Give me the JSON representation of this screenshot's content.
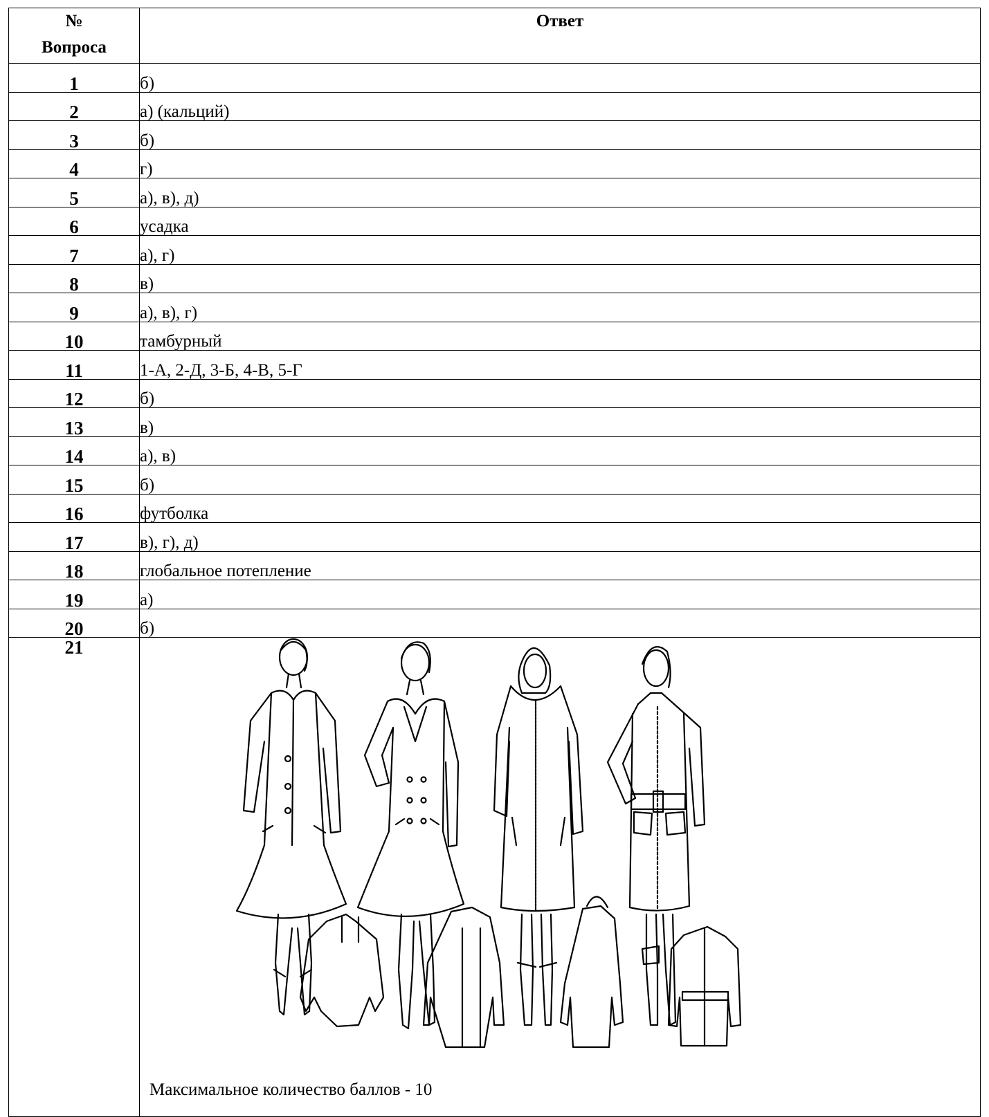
{
  "table": {
    "header": {
      "num": "№\nВопроса",
      "answer": "Ответ"
    },
    "rows": [
      {
        "num": "1",
        "answer": "б)"
      },
      {
        "num": "2",
        "answer": "а) (кальций)"
      },
      {
        "num": "3",
        "answer": "б)"
      },
      {
        "num": "4",
        "answer": "г)"
      },
      {
        "num": "5",
        "answer": "а), в), д)"
      },
      {
        "num": "6",
        "answer": "усадка"
      },
      {
        "num": "7",
        "answer": "а), г)"
      },
      {
        "num": "8",
        "answer": "в)"
      },
      {
        "num": "9",
        "answer": "а), в), г)"
      },
      {
        "num": "10",
        "answer": "тамбурный"
      },
      {
        "num": "11",
        "answer": "1-А, 2-Д, 3-Б, 4-В, 5-Г"
      },
      {
        "num": "12",
        "answer": "б)"
      },
      {
        "num": "13",
        "answer": "в)"
      },
      {
        "num": "14",
        "answer": "а), в)"
      },
      {
        "num": "15",
        "answer": "б)"
      },
      {
        "num": "16",
        "answer": "футболка"
      },
      {
        "num": "17",
        "answer": "в), г), д)"
      },
      {
        "num": "18",
        "answer": "глобальное потепление"
      },
      {
        "num": "19",
        "answer": "а)"
      },
      {
        "num": "20",
        "answer": "б)"
      }
    ],
    "last_row": {
      "num": "21",
      "note": "Максимальное количество баллов - 10"
    }
  }
}
